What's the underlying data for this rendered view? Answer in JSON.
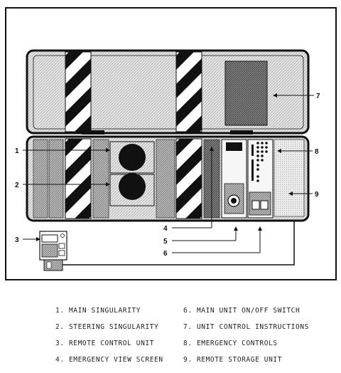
{
  "callouts": [
    "1",
    "2",
    "3",
    "4",
    "5",
    "6",
    "7",
    "8",
    "9"
  ],
  "legend": {
    "left": [
      "1. MAIN SINGULARITY",
      "2. STEERING SINGULARITY",
      "3. REMOTE CONTROL UNIT",
      "4. EMERGENCY VIEW SCREEN"
    ],
    "right": [
      "6. MAIN UNIT ON/OFF SWITCH",
      "7. UNIT CONTROL INSTRUCTIONS",
      "8. EMERGENCY CONTROLS",
      "9. REMOTE STORAGE UNIT"
    ]
  },
  "colors": {
    "ink": "#111111",
    "paper": "#ffffff",
    "light_fill": "#d9d9d9",
    "dark_fill": "#8a8a8a"
  }
}
